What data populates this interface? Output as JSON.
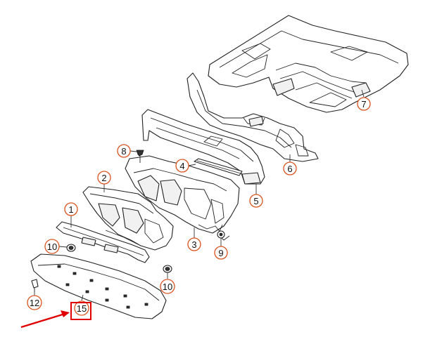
{
  "callouts": [
    {
      "id": "c1",
      "label": "1"
    },
    {
      "id": "c2",
      "label": "2"
    },
    {
      "id": "c3",
      "label": "3"
    },
    {
      "id": "c4",
      "label": "4"
    },
    {
      "id": "c5",
      "label": "5"
    },
    {
      "id": "c6",
      "label": "6"
    },
    {
      "id": "c7",
      "label": "7"
    },
    {
      "id": "c8",
      "label": "8"
    },
    {
      "id": "c9",
      "label": "9"
    },
    {
      "id": "c10a",
      "label": "10"
    },
    {
      "id": "c10b",
      "label": "10"
    },
    {
      "id": "c12",
      "label": "12"
    }
  ],
  "highlighted_callout": {
    "label": "15"
  },
  "colors": {
    "callout_ring": "#d9531e",
    "highlight": "#e00000",
    "line_art": "#222222"
  }
}
